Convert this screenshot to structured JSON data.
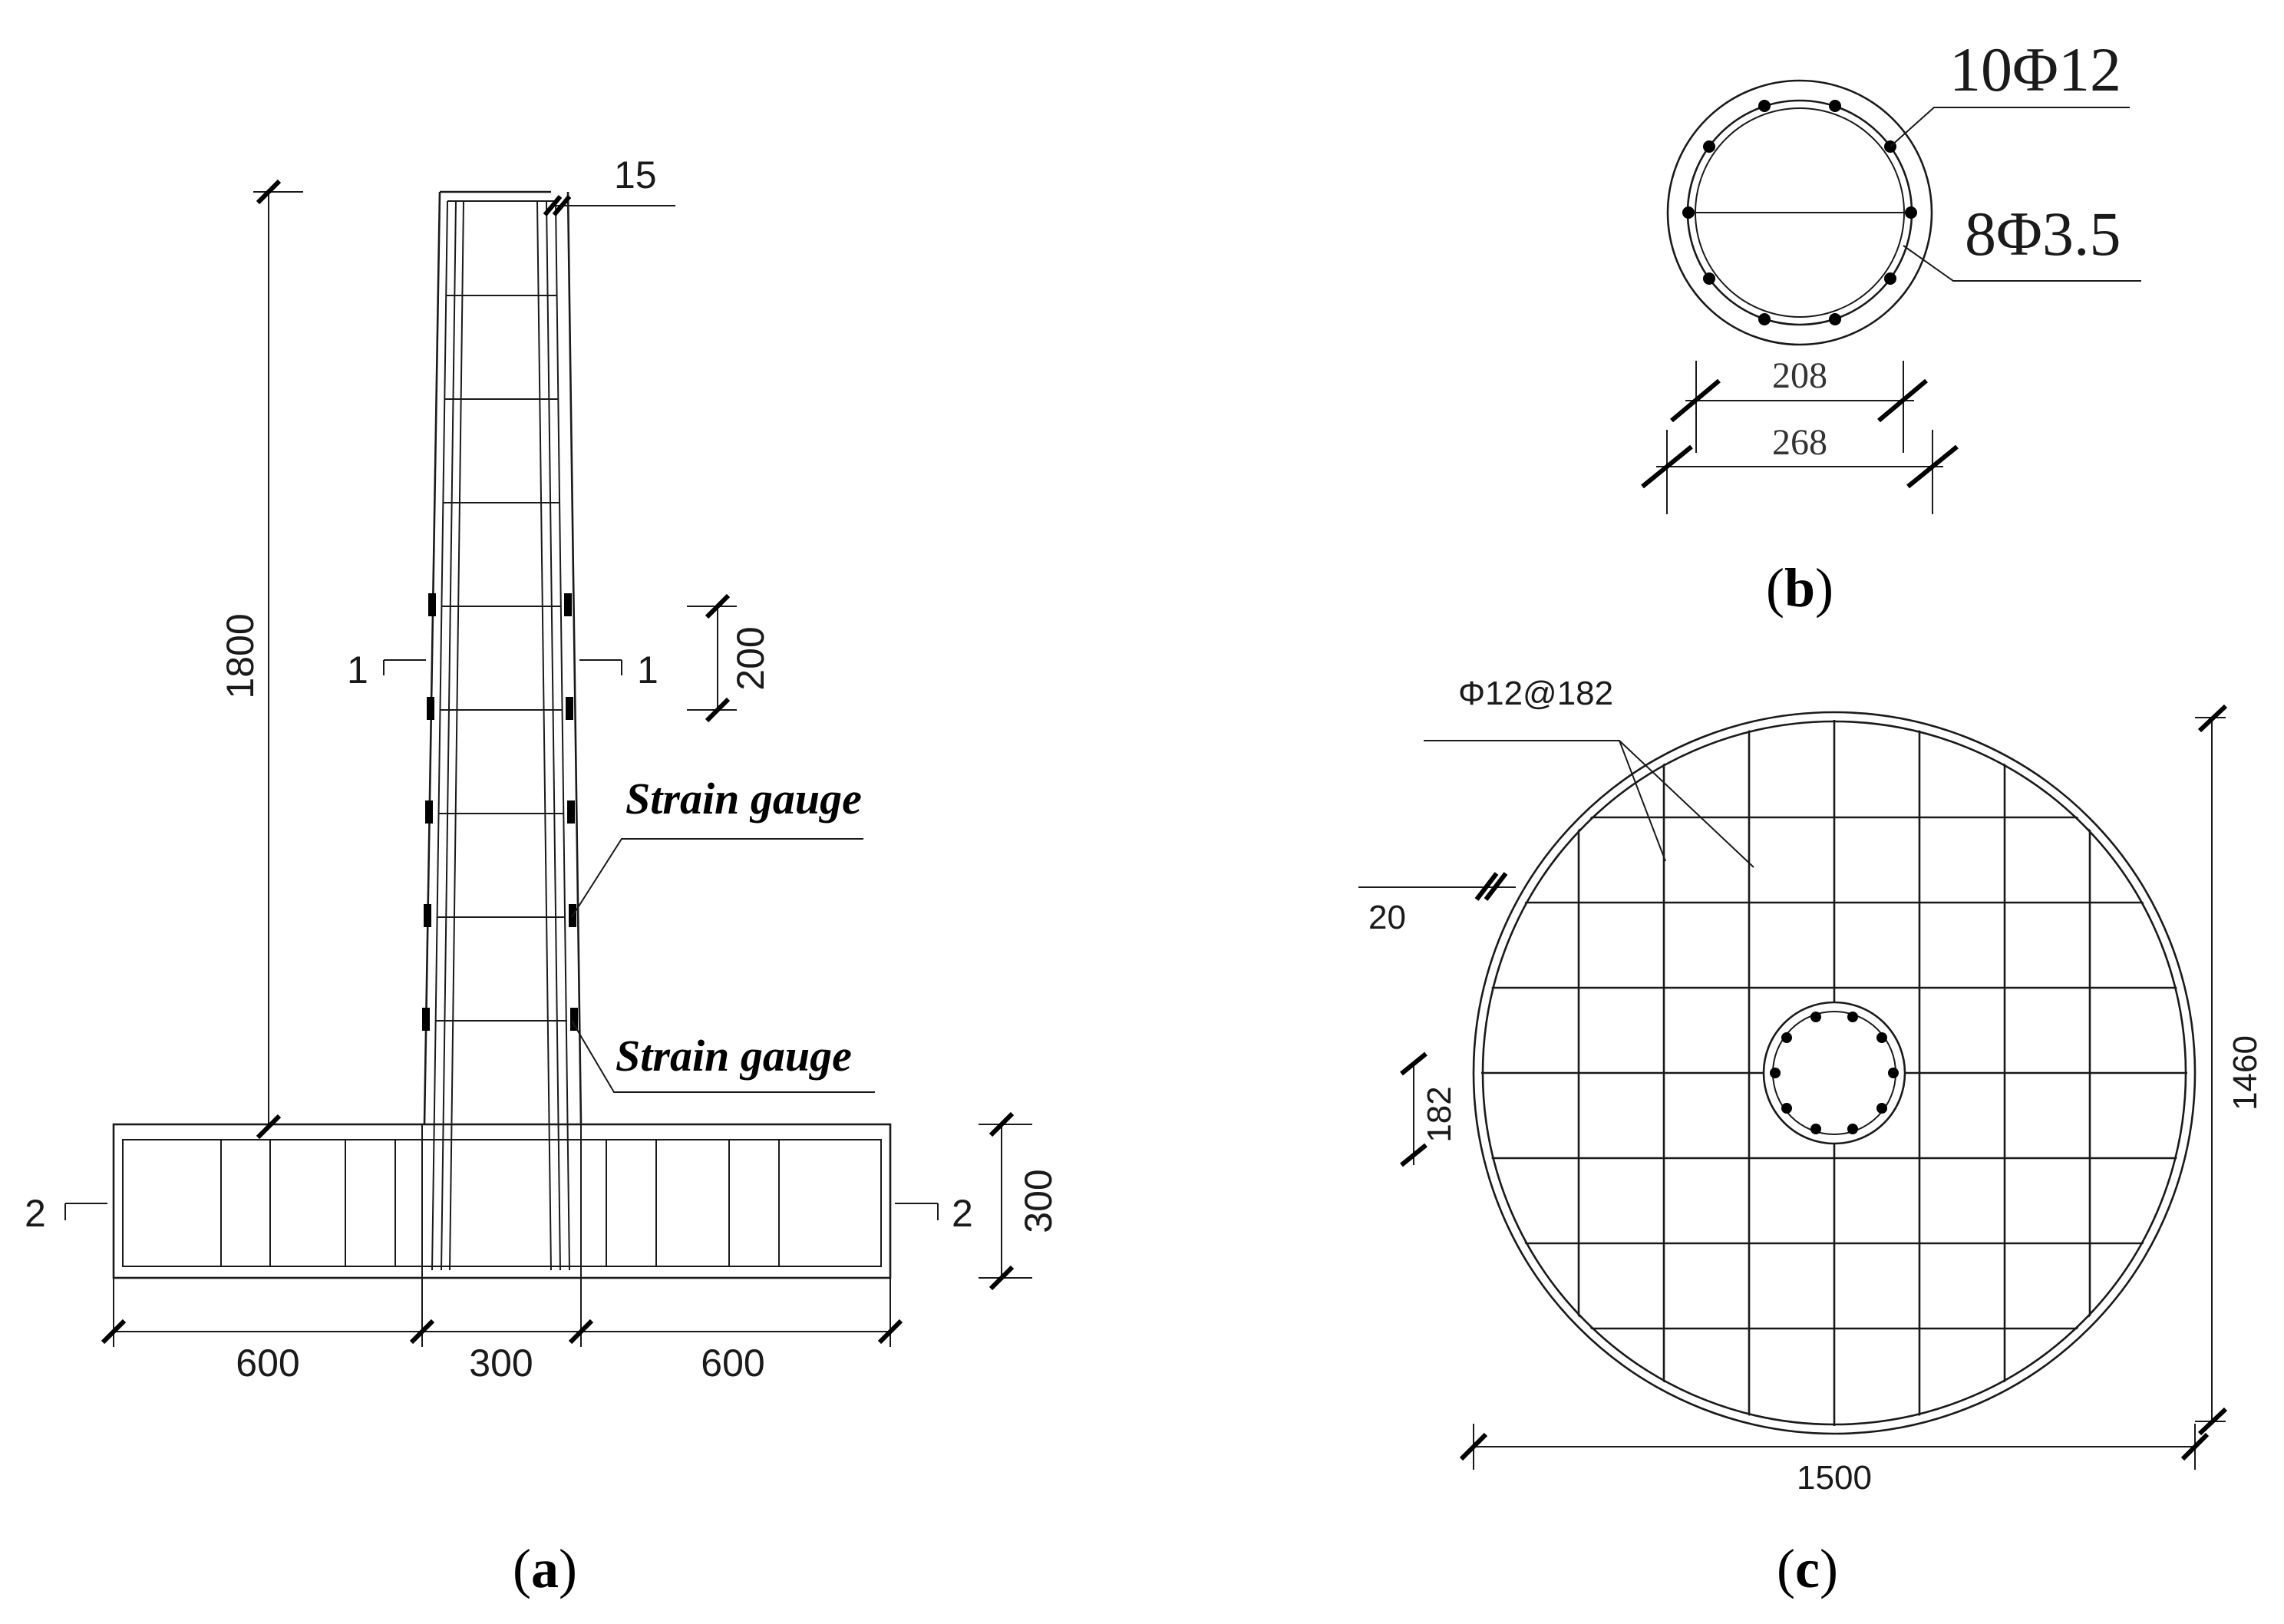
{
  "panel_a": {
    "caption_letter": "a",
    "dim_height": "1800",
    "dim_top_cover": "15",
    "dim_spacing": "200",
    "dim_base_height": "300",
    "dim_left": "600",
    "dim_mid": "300",
    "dim_right": "600",
    "section_1_left": "1",
    "section_1_right": "1",
    "section_2_left": "2",
    "section_2_right": "2",
    "note_upper": "Strain gauge",
    "note_lower": "Strain gauge"
  },
  "panel_b": {
    "caption_letter": "b",
    "longitudinal_rebar": "10Φ12",
    "stirrup": "8Φ3.5",
    "dim_inner": "208",
    "dim_outer": "268"
  },
  "panel_c": {
    "caption_letter": "c",
    "mesh_label": "Φ12@182",
    "dim_cover": "20",
    "dim_spacing": "182",
    "dim_height": "1460",
    "dim_width": "1500"
  }
}
